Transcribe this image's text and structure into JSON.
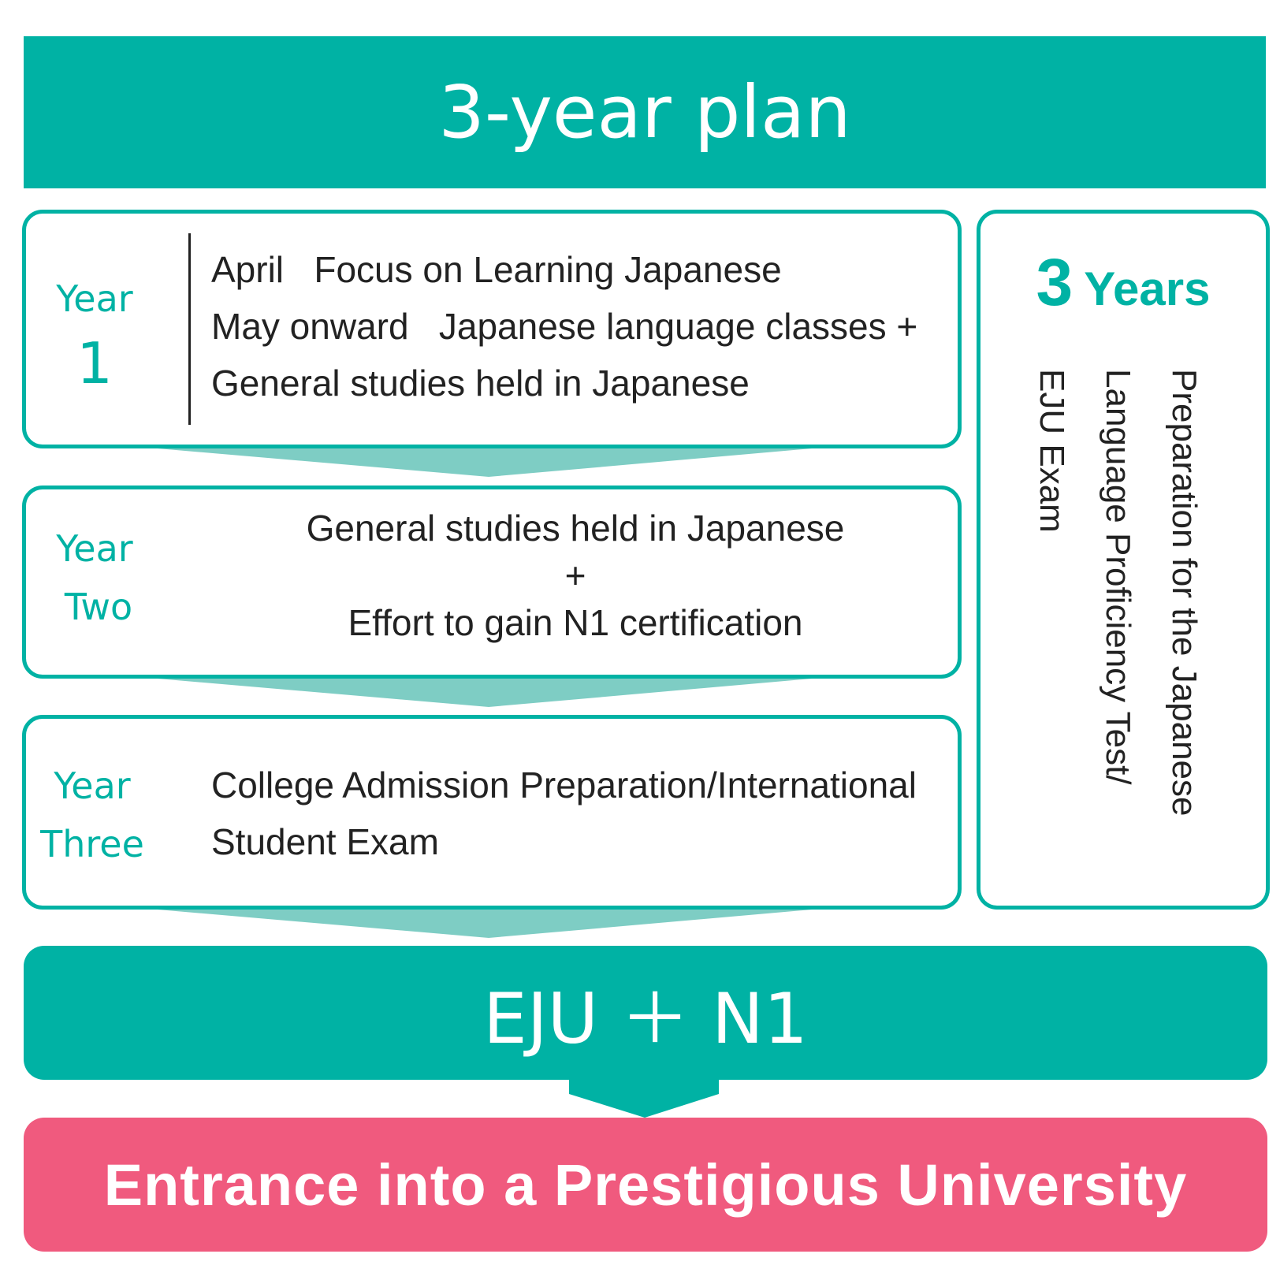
{
  "header": {
    "title": "3-year plan"
  },
  "years": [
    {
      "label_line1": "Year",
      "label_line2": "1",
      "lines": [
        "April   Focus on Learning Japanese",
        "May onward   Japanese language classes +",
        "General studies held in Japanese"
      ]
    },
    {
      "label_line1": "Year",
      "label_line2": "Two",
      "lines": [
        "General studies held in Japanese",
        "+",
        "Effort to gain N1 certification"
      ]
    },
    {
      "label_line1": "Year",
      "label_line2": "Three",
      "lines": [
        "College Admission Preparation/International",
        "Student Exam"
      ]
    }
  ],
  "side_panel": {
    "big_number": "3",
    "big_word": "Years",
    "vertical_lines": [
      "Preparation for the Japanese",
      "Language Proficiency Test/",
      "EJU Exam"
    ]
  },
  "result": {
    "label": "EJU ＋ N1"
  },
  "goal": {
    "label": "Entrance into a Prestigious University"
  },
  "colors": {
    "teal": "#00b2a4",
    "light_teal": "#7ecdc4",
    "pink": "#f05a7e"
  }
}
